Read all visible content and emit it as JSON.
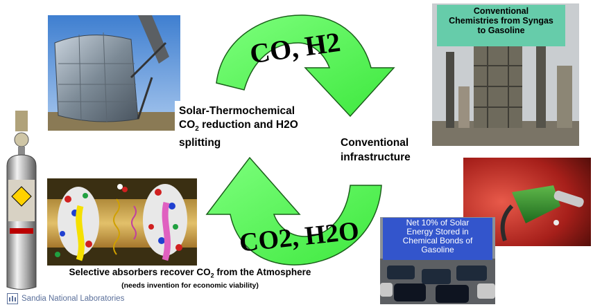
{
  "diagram": {
    "top_arrow_label": "CO, H2",
    "bottom_arrow_label": "CO2, H2O",
    "solar_label": {
      "line1": "Solar-Thermochemical",
      "line2_prefix": "CO",
      "line2_sub": "2",
      "line2_suffix": " reduction and H2O",
      "line3": "splitting"
    },
    "infrastructure_label": {
      "line1": "Conventional",
      "line2": "infrastructure"
    },
    "syngas_caption": {
      "line1": "Conventional",
      "line2": "Chemistries from Syngas",
      "line3": "to Gasoline"
    },
    "energy_caption": {
      "line1": "Net 10% of Solar",
      "line2": "Energy Stored in",
      "line3": "Chemical Bonds of",
      "line4": "Gasoline"
    },
    "absorber_caption": {
      "main_prefix": "Selective absorbers recover CO",
      "main_sub": "2",
      "main_suffix": " from the Atmosphere",
      "note": "(needs invention for economic viability)"
    },
    "footer_logo_text": "Sandia National Laboratories",
    "colors": {
      "arrow_fill": "#66ff66",
      "arrow_stroke": "#1a5f1a",
      "syngas_caption_bg": "#66ccaa",
      "energy_caption_bg": "#3355cc"
    }
  }
}
